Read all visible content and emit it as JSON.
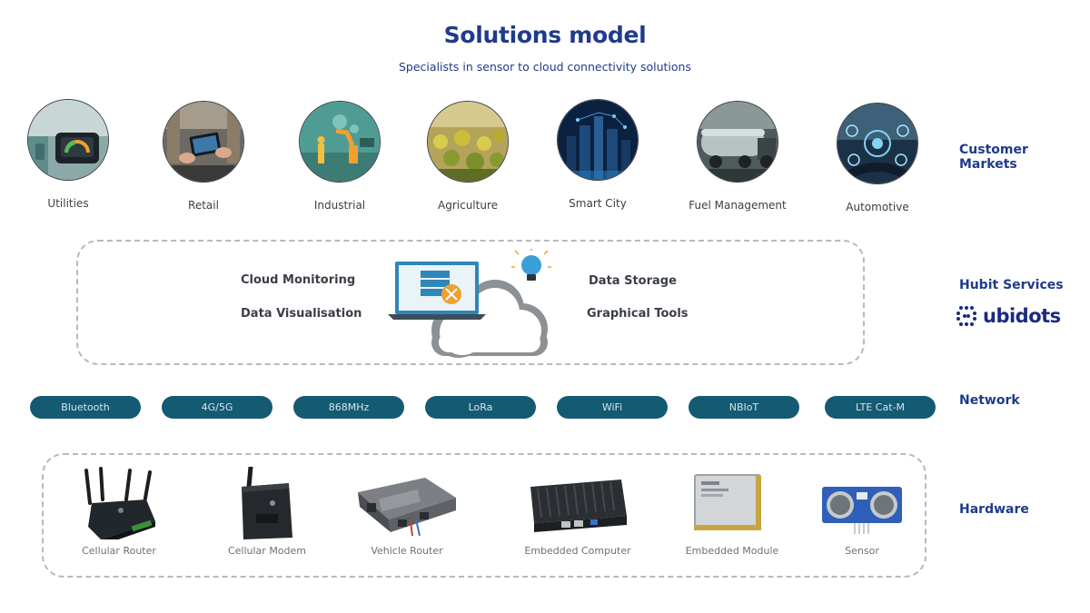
{
  "header": {
    "title": "Solutions model",
    "subtitle": "Specialists in sensor to cloud connectivity solutions"
  },
  "markets": {
    "label": "Customer Markets",
    "items": [
      {
        "label": "Utilities",
        "icon": "smart-meter-photo"
      },
      {
        "label": "Retail",
        "icon": "tablet-warehouse-photo"
      },
      {
        "label": "Industrial",
        "icon": "robot-arm-factory-photo"
      },
      {
        "label": "Agriculture",
        "icon": "crop-field-photo"
      },
      {
        "label": "Smart City",
        "icon": "city-network-photo"
      },
      {
        "label": "Fuel Management",
        "icon": "fuel-tanker-photo"
      },
      {
        "label": "Automotive",
        "icon": "car-dashboard-photo"
      }
    ]
  },
  "services": {
    "label": "Hubit Services",
    "left": [
      "Cloud Monitoring",
      "Data Visualisation"
    ],
    "right": [
      "Data Storage",
      "Graphical Tools"
    ],
    "brand": "ubidots",
    "illustration": "laptop-cloud-lightbulb-icon"
  },
  "network": {
    "label": "Network",
    "items": [
      "Bluetooth",
      "4G/5G",
      "868MHz",
      "LoRa",
      "WiFi",
      "NBIoT",
      "LTE Cat-M"
    ]
  },
  "hardware": {
    "label": "Hardware",
    "items": [
      {
        "label": "Cellular Router",
        "icon": "cellular-router-icon"
      },
      {
        "label": "Cellular Modem",
        "icon": "cellular-modem-icon"
      },
      {
        "label": "Vehicle Router",
        "icon": "vehicle-router-icon"
      },
      {
        "label": "Embedded Computer",
        "icon": "embedded-computer-icon"
      },
      {
        "label": "Embedded Module",
        "icon": "embedded-module-icon"
      },
      {
        "label": "Sensor",
        "icon": "ultrasonic-sensor-icon"
      }
    ]
  },
  "colors": {
    "title": "#1f3b8a",
    "pill": "#145a73",
    "pill_text": "#d5e6ec",
    "dash": "#b7b9bd",
    "text": "#3a3f46",
    "brand": "#1a2a80"
  }
}
